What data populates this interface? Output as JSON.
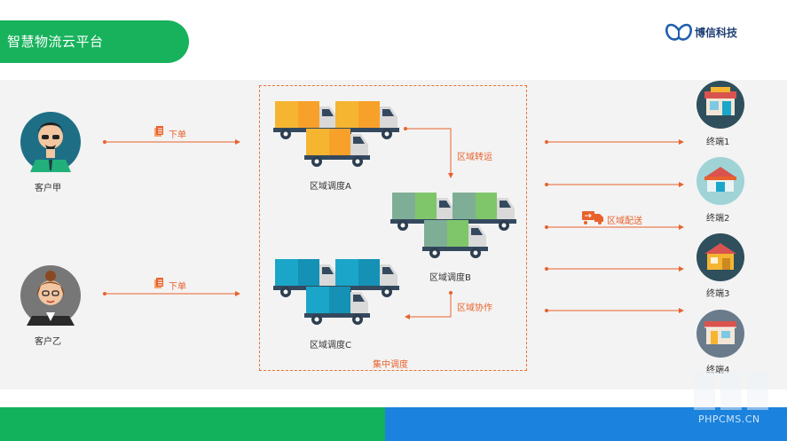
{
  "header": {
    "title": "智慧物流云平台",
    "brand": "博信科技"
  },
  "customers": [
    {
      "label": "客户甲",
      "order_label": "下单"
    },
    {
      "label": "客户乙",
      "order_label": "下单"
    }
  ],
  "dispatch": {
    "a": "区域调度A",
    "b": "区域调度B",
    "c": "区域调度C",
    "transfer": "区域转运",
    "collab": "区域协作",
    "central": "集中调度",
    "delivery": "区域配送"
  },
  "terminals": [
    "终端1",
    "终端2",
    "终端3",
    "终端4"
  ],
  "watermark": "PHPCMS.CN",
  "colors": {
    "header_green": "#18b25c",
    "accent_orange": "#e8622c",
    "truck_yellow": "#f5b531",
    "truck_green": "#7fc66b",
    "truck_teal": "#1ba6c9",
    "footer_blue": "#1b82dd"
  }
}
